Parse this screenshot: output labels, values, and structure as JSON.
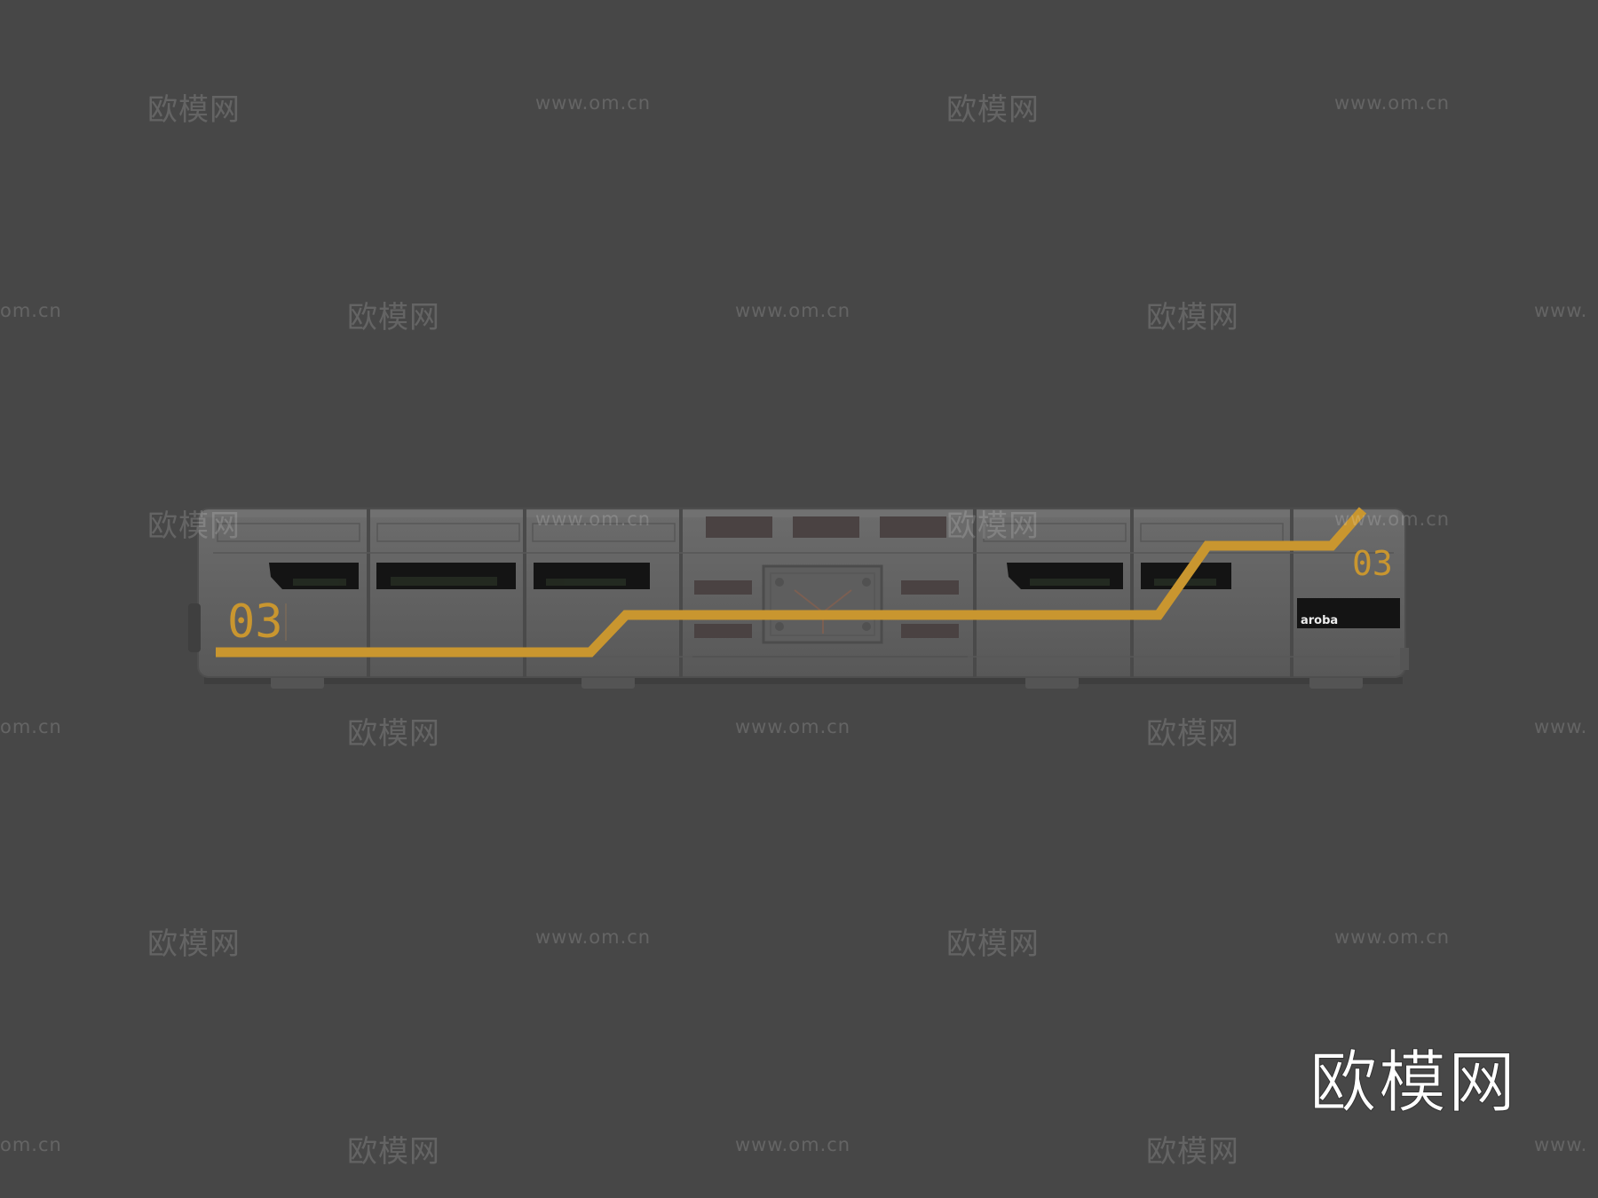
{
  "watermark": {
    "brand_cn": "欧模网",
    "url": "www.om.cn",
    "url_left_cut": "om.cn",
    "url_right_cut": "www."
  },
  "train": {
    "number_front": "03",
    "number_rear": "03",
    "operator_label": "aroba"
  },
  "corner_logo": "欧模网",
  "colors": {
    "background": "#474747",
    "body": "#626262",
    "stripe": "#c9962f",
    "window": "#141414"
  }
}
